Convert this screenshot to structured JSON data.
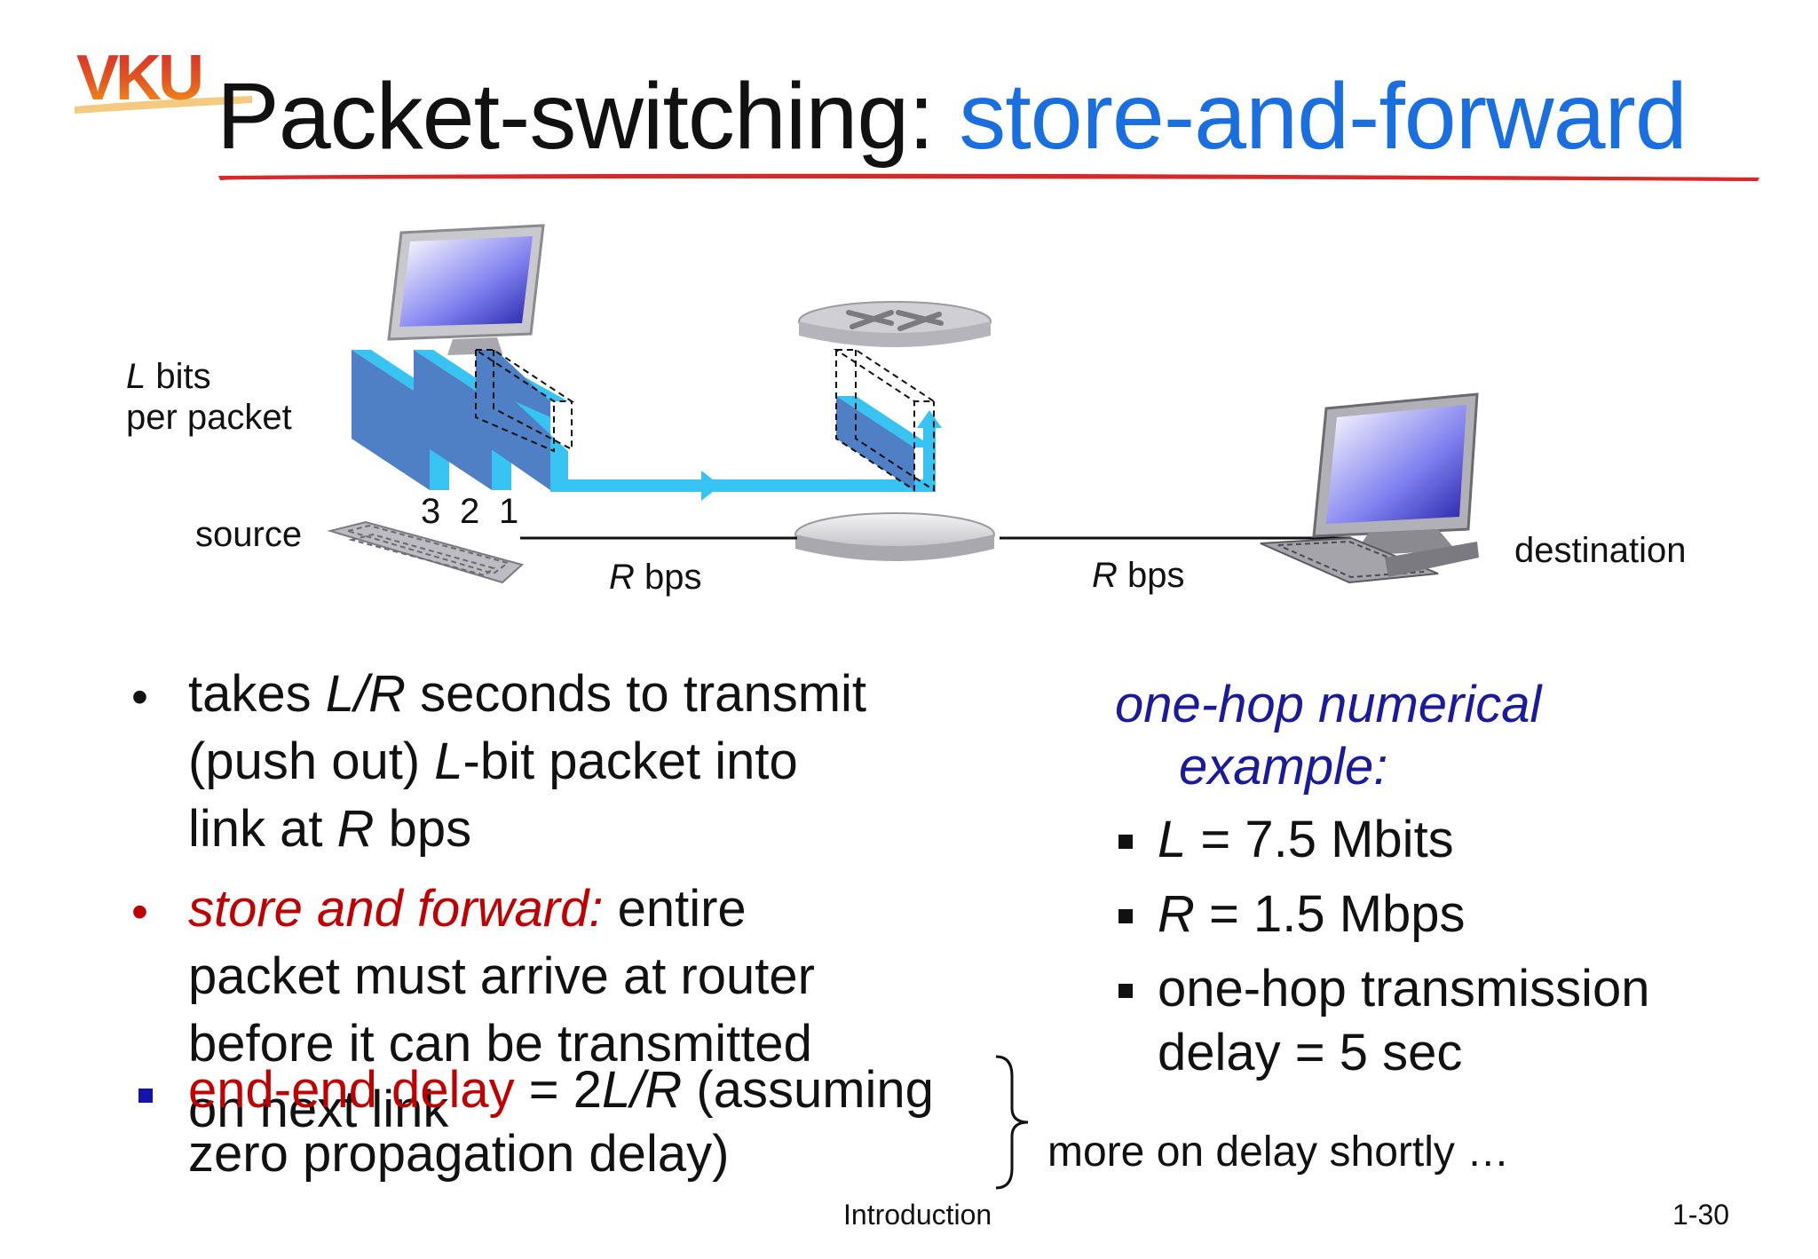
{
  "title": {
    "main": "Packet-switching: ",
    "accent": "store-and-forward"
  },
  "logo": {
    "text": "VKU"
  },
  "diagram": {
    "bits_label_var": "L",
    "bits_label_rest": " bits",
    "per_packet": "per packet",
    "source": "source",
    "destination": "destination",
    "packet_numbers": [
      "3",
      "2",
      "1"
    ],
    "link1_var": "R",
    "link1_rest": " bps",
    "link2_var": "R",
    "link2_rest": " bps"
  },
  "left_bullets": {
    "b1_p1": "takes ",
    "b1_var": "L/R",
    "b1_p2": " seconds to transmit",
    "b1_line2_p1": "(push out) ",
    "b1_line2_var": "L",
    "b1_line2_p2": "-bit packet into",
    "b1_line3_p1": "link at ",
    "b1_line3_var": "R",
    "b1_line3_p2": " bps",
    "b2_italic": "store and forward:",
    "b2_p1": " entire",
    "b2_line2": "packet must  arrive at router",
    "b2_line3": "before it can be transmitted",
    "b2_line4": "on next link",
    "b3_red": "end-end delay",
    "b3_p1": " = 2",
    "b3_var": "L/R",
    "b3_p2": " (assuming",
    "b3_line2": "zero propagation delay)"
  },
  "right": {
    "heading1": "one-hop numerical",
    "heading2": "example:",
    "i1_var": "L",
    "i1_rest": " = 7.5 Mbits",
    "i2_var": "R",
    "i2_rest": " = 1.5 Mbps",
    "i3_line1": "one-hop transmission",
    "i3_line2": "delay = 5 sec"
  },
  "more_delay": "more on delay shortly …",
  "footer": {
    "section": "Introduction",
    "page": "1-30"
  },
  "colors": {
    "accent_blue": "#1a6fe0",
    "red": "#c00000",
    "navy": "#1a1a9c",
    "packet_dark": "#4f7fc4",
    "packet_light": "#38c4f2"
  }
}
